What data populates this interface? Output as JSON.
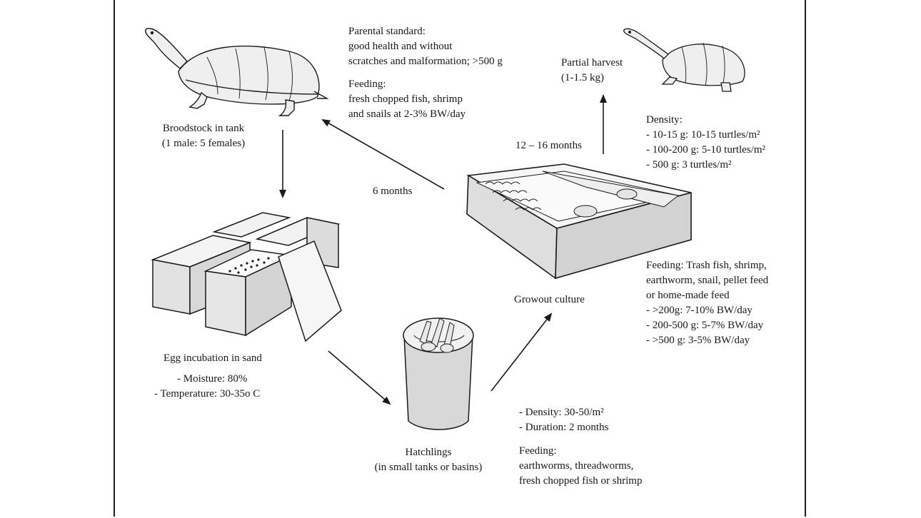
{
  "broodstock": {
    "label_line1": "Broodstock in tank",
    "label_line2": "(1 male: 5 females)"
  },
  "parental": {
    "title": "Parental standard:",
    "line1": "good health and without",
    "line2": "scratches and malformation; >500 g"
  },
  "parental_feeding": {
    "title": "Feeding:",
    "line1": "fresh chopped fish, shrimp",
    "line2": "and snails at 2-3% BW/day"
  },
  "harvest": {
    "line1": "Partial harvest",
    "line2": "(1-1.5 kg)"
  },
  "growout_density": {
    "title": "Density:",
    "items": [
      "- 10-15 g: 10-15 turtles/m²",
      "- 100-200 g: 5-10 turtles/m²",
      "- 500 g: 3 turtles/m²"
    ]
  },
  "durations": {
    "growout": "12 – 16 months",
    "to_broodstock": "6 months"
  },
  "growout": {
    "label": "Growout culture"
  },
  "growout_feeding": {
    "line1": "Feeding: Trash fish, shrimp,",
    "line2": "earthworm, snail, pellet feed",
    "line3": "or home-made feed",
    "items": [
      "- >200g: 7-10% BW/day",
      "- 200-500 g: 5-7% BW/day",
      "- >500 g: 3-5% BW/day"
    ]
  },
  "incubation": {
    "label": "Egg incubation in sand",
    "items": [
      "- Moisture: 80%",
      "- Temperature: 30-35o C"
    ]
  },
  "hatchlings": {
    "line1": "Hatchlings",
    "line2": "(in small tanks or basins)",
    "items": [
      "- Density: 30-50/m²",
      "- Duration: 2 months"
    ],
    "feeding_title": "Feeding:",
    "feeding_line1": "earthworms, threadworms,",
    "feeding_line2": "fresh chopped fish or shrimp"
  },
  "colors": {
    "ink": "#1a1a1a",
    "fill": "#e6e6e6",
    "background": "#ffffff"
  }
}
